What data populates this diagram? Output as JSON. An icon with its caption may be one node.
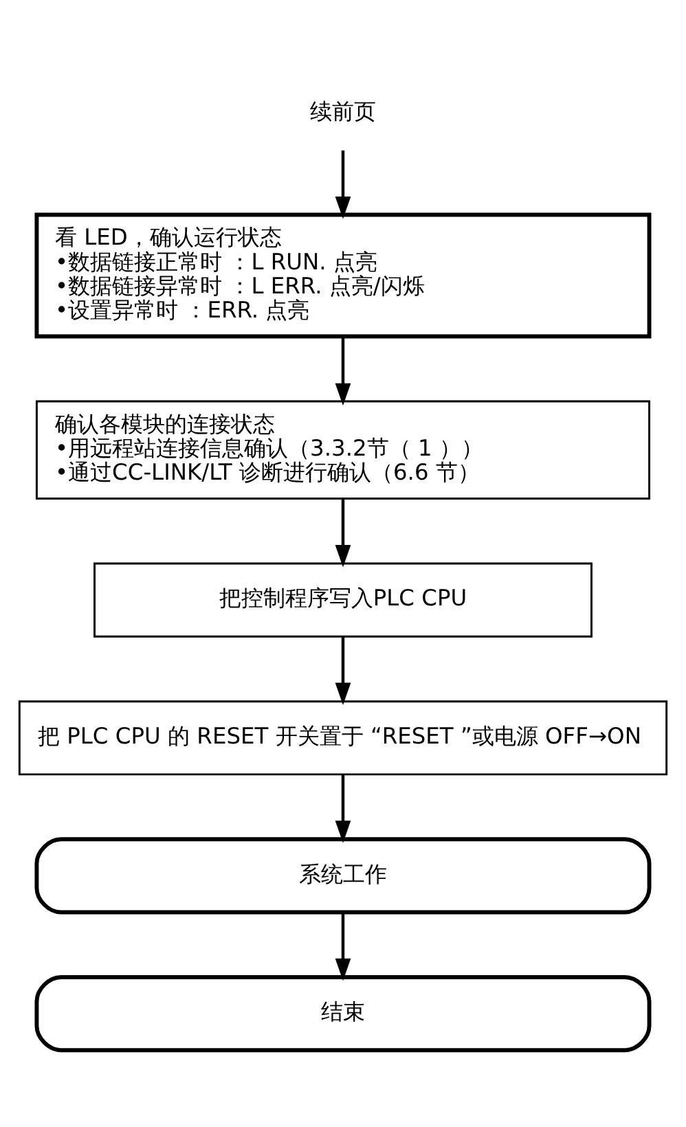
{
  "diagram": {
    "nodes": [
      {
        "text": [
          "续前页"
        ]
      },
      {
        "text": [
          "看 LED，确认运行状态",
          "•数据链接正常时 ：L RUN. 点亮",
          "•数据链接异常时 ：L ERR. 点亮/闪烁",
          "•设置异常时 ：ERR. 点亮"
        ]
      },
      {
        "text": [
          "确认各模块的连接状态",
          "•用远程站连接信息确认（3.3.2节（ 1 ））",
          "•通过CC-LINK/LT 诊断进行确认（6.6 节）"
        ]
      },
      {
        "text": [
          "把控制程序写入PLC CPU"
        ]
      },
      {
        "text": [
          "把 PLC CPU 的 RESET 开关置于 “RESET ”或电源 OFF→ON"
        ]
      },
      {
        "text": [
          "系统工作"
        ]
      },
      {
        "text": [
          "结束"
        ]
      }
    ],
    "edges": [
      {
        "from": 0,
        "to": 1,
        "arrow": "to"
      },
      {
        "from": 1,
        "to": 2,
        "arrow": "to"
      },
      {
        "from": 2,
        "to": 3,
        "arrow": "to"
      },
      {
        "from": 3,
        "to": 4,
        "arrow": "to"
      },
      {
        "from": 4,
        "to": 5,
        "arrow": "to"
      },
      {
        "from": 5,
        "to": 6,
        "arrow": "to"
      }
    ]
  }
}
